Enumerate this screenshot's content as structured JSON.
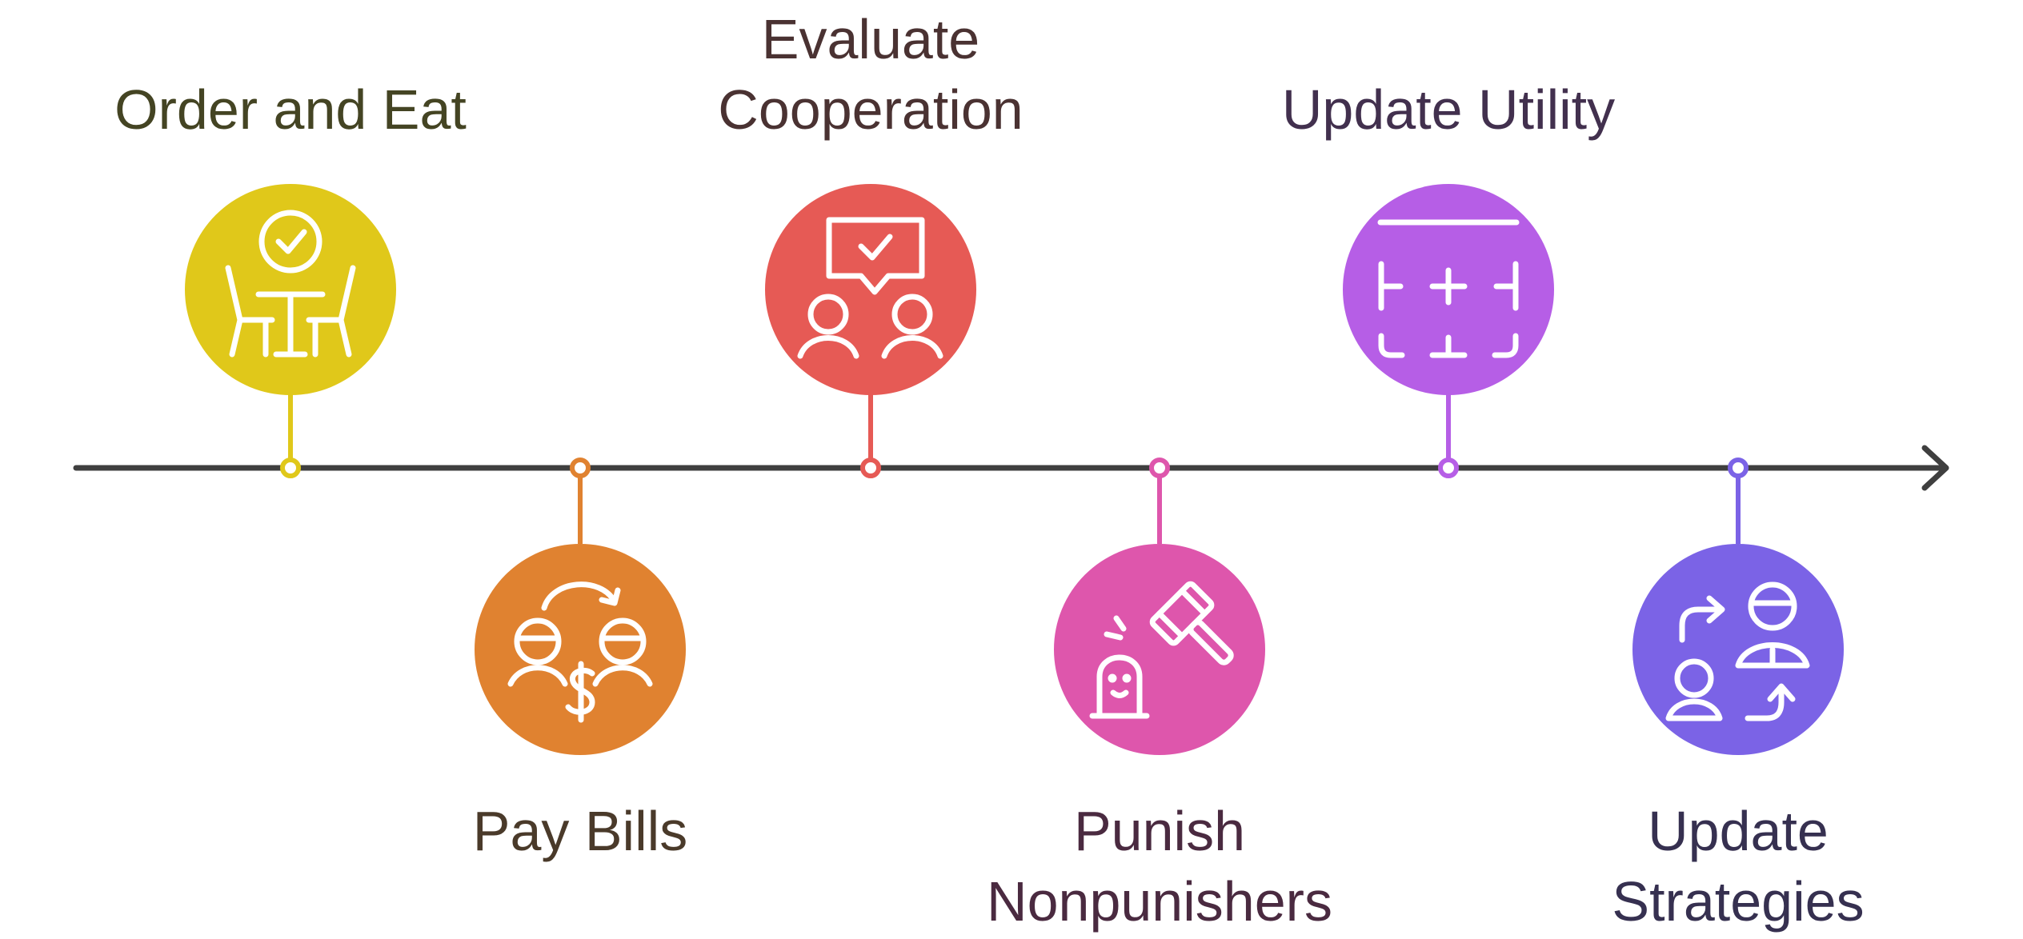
{
  "timeline": {
    "line_color": "#3f3f3f",
    "steps": [
      {
        "lines": [
          "Order and Eat"
        ],
        "color": "#e0c81a",
        "text_color": "#444423",
        "icon": "dining-table-check-icon",
        "side": "top"
      },
      {
        "lines": [
          "Pay Bills"
        ],
        "color": "#e08230",
        "text_color": "#4a3a2a",
        "icon": "people-money-exchange-icon",
        "side": "bottom"
      },
      {
        "lines": [
          "Evaluate",
          "Cooperation"
        ],
        "color": "#e65a55",
        "text_color": "#4a3232",
        "icon": "people-approval-chat-icon",
        "side": "top"
      },
      {
        "lines": [
          "Punish",
          "Nonpunishers"
        ],
        "color": "#de56ac",
        "text_color": "#4a2a40",
        "icon": "gavel-punish-icon",
        "side": "bottom"
      },
      {
        "lines": [
          "Update Utility"
        ],
        "color": "#b65ee6",
        "text_color": "#42304e",
        "icon": "grid-adjust-icon",
        "side": "top"
      },
      {
        "lines": [
          "Update",
          "Strategies"
        ],
        "color": "#7b63e6",
        "text_color": "#363050",
        "icon": "people-update-arrows-icon",
        "side": "bottom"
      }
    ]
  }
}
